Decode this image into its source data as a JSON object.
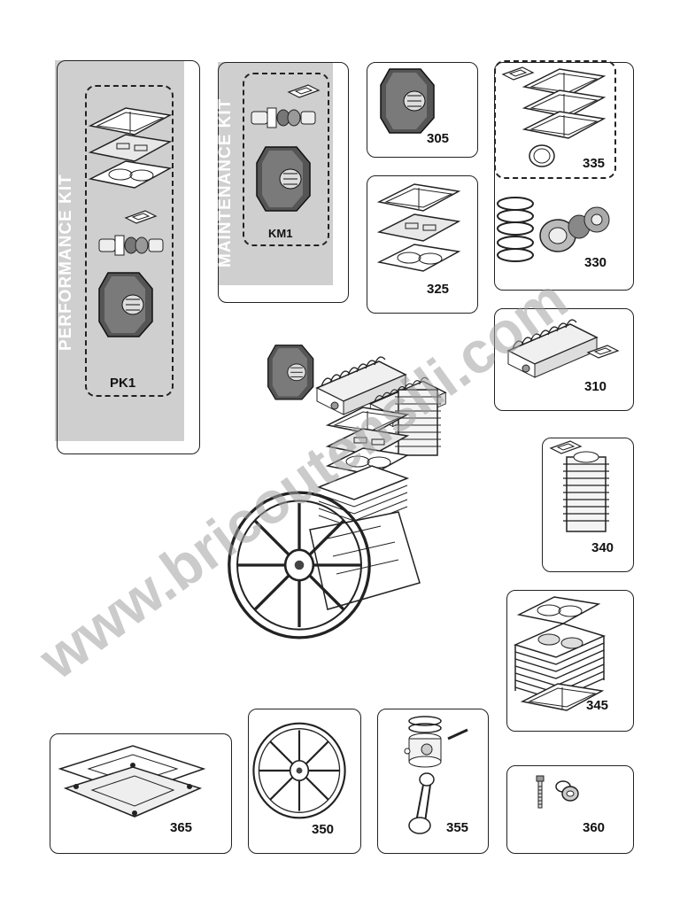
{
  "kits": {
    "performance": {
      "title": "PERFORMANCE  KIT",
      "code": "PK1"
    },
    "maintenance": {
      "title": "MAINTENANCE KIT",
      "code": "KM1"
    }
  },
  "parts": {
    "p305": "305",
    "p325": "325",
    "p335": "335",
    "p330": "330",
    "p310": "310",
    "p340": "340",
    "p345": "345",
    "p365": "365",
    "p350": "350",
    "p355": "355",
    "p360": "360"
  },
  "watermark": "www.bricoutensili.com"
}
